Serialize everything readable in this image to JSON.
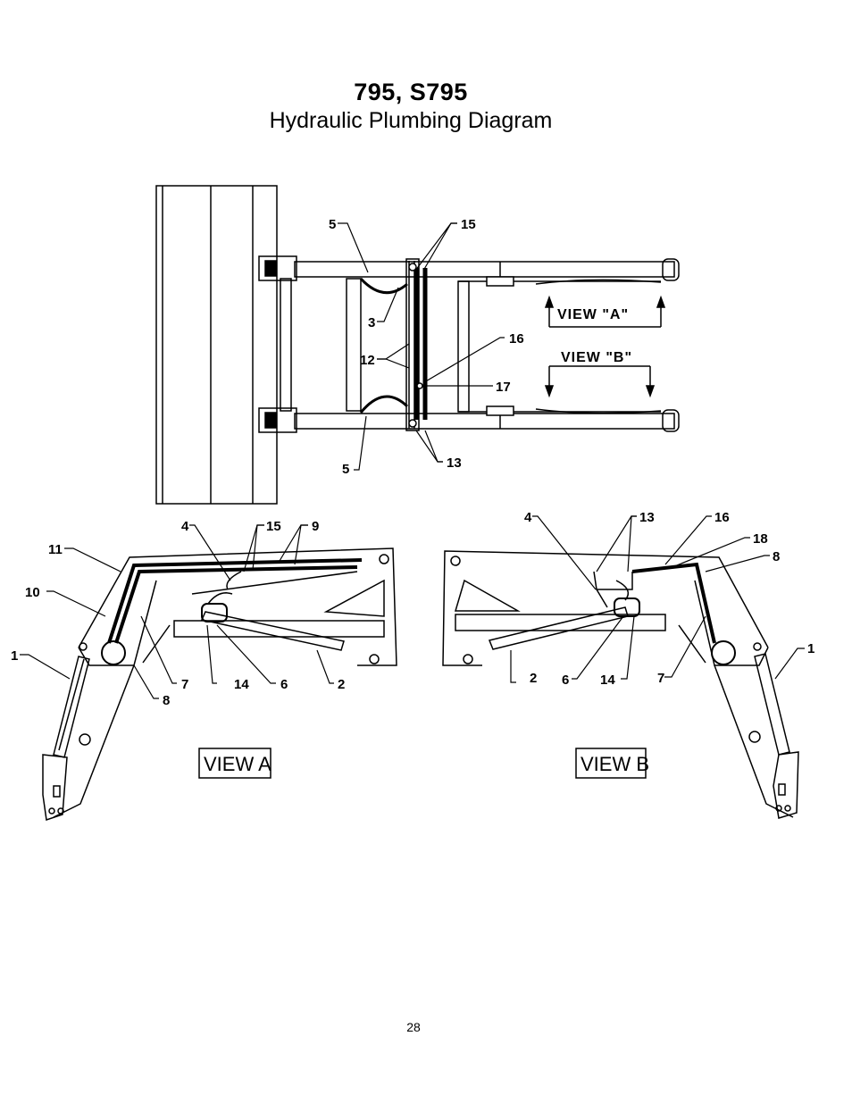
{
  "header": {
    "title": "795, S795",
    "subtitle": "Hydraulic Plumbing Diagram"
  },
  "footer": {
    "page_number": "28"
  },
  "top_view": {
    "view_a_arrow_label": "VIEW \"A\"",
    "view_b_arrow_label": "VIEW \"B\"",
    "callouts": [
      "5",
      "15",
      "3",
      "16",
      "12",
      "17",
      "5",
      "13"
    ]
  },
  "view_a": {
    "box_label": "VIEW A",
    "callouts": [
      "4",
      "15",
      "9",
      "11",
      "10",
      "1",
      "7",
      "14",
      "6",
      "2",
      "8"
    ]
  },
  "view_b": {
    "box_label": "VIEW B",
    "callouts": [
      "4",
      "13",
      "16",
      "18",
      "8",
      "1",
      "2",
      "6",
      "14",
      "7"
    ]
  }
}
